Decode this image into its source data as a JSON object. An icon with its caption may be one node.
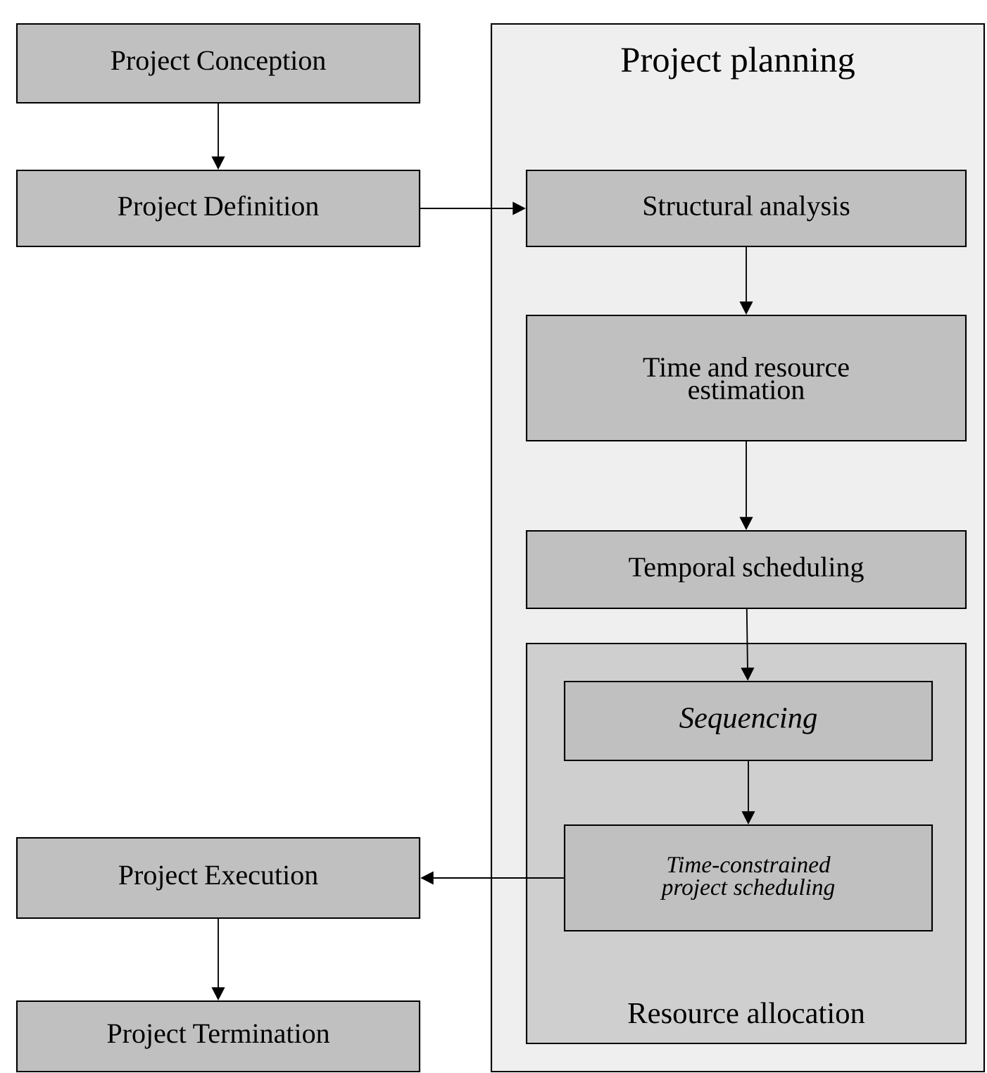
{
  "diagram": {
    "nodes": [
      {
        "text": [
          "Project Conception"
        ]
      },
      {
        "text": [
          "Project Definition"
        ]
      },
      {
        "text": [
          "Project planning"
        ]
      },
      {
        "text": [
          "Structural analysis"
        ],
        "in": 2
      },
      {
        "text": [
          "Time and resource estimation"
        ],
        "in": 2
      },
      {
        "text": [
          "Temporal scheduling"
        ],
        "in": 2
      },
      {
        "text": [
          "Resource allocation"
        ],
        "in": 2
      },
      {
        "text": [
          "Sequencing"
        ],
        "in": 6
      },
      {
        "text": [
          "Time-constrained project scheduling"
        ],
        "in": 6
      },
      {
        "text": [
          "Project Execution"
        ]
      },
      {
        "text": [
          "Project Termination"
        ]
      }
    ],
    "edges": [
      {
        "from": 0,
        "to": 1,
        "arrow": "to"
      },
      {
        "from": 1,
        "to": 3,
        "arrow": "to"
      },
      {
        "from": 3,
        "to": 4,
        "arrow": "to"
      },
      {
        "from": 4,
        "to": 5,
        "arrow": "to"
      },
      {
        "from": 5,
        "to": 7,
        "arrow": "to"
      },
      {
        "from": 7,
        "to": 8,
        "arrow": "to"
      },
      {
        "from": 8,
        "to": 9,
        "arrow": "to"
      },
      {
        "from": 9,
        "to": 10,
        "arrow": "to"
      }
    ]
  }
}
